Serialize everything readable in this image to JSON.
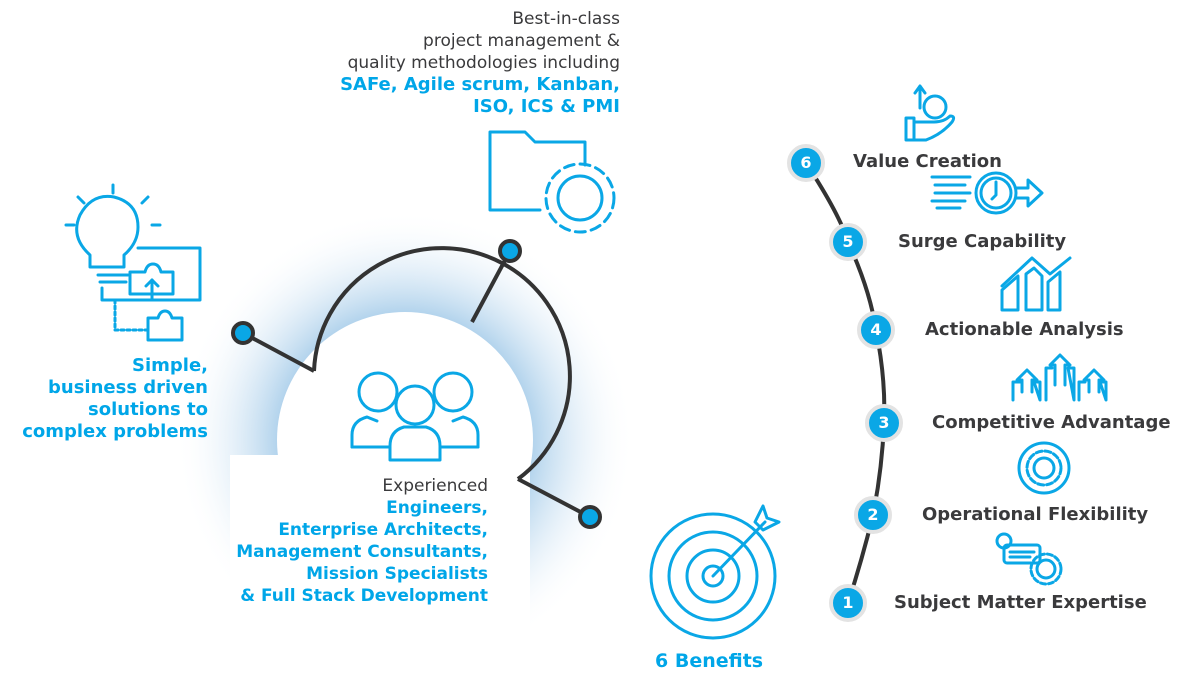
{
  "methodologies": {
    "line1": "Best-in-class",
    "line2": "project management &",
    "line3": "quality methodologies including",
    "line4": "SAFe, Agile scrum, Kanban,",
    "line5": "ISO, ICS & PMI"
  },
  "solutions": {
    "line1": "Simple,",
    "line2": "business driven",
    "line3": "solutions to",
    "line4": "complex problems"
  },
  "team": {
    "intro": "Experienced",
    "line1": "Engineers,",
    "line2": "Enterprise Architects,",
    "line3": "Management Consultants,",
    "line4": "Mission Specialists",
    "line5": "& Full Stack Development"
  },
  "benefits_title": "6 Benefits",
  "benefits": [
    {
      "number": "1",
      "label": "Subject Matter Expertise",
      "icon": "expert-gear-icon"
    },
    {
      "number": "2",
      "label": "Operational Flexibility",
      "icon": "cycle-gear-icon"
    },
    {
      "number": "3",
      "label": "Competitive Advantage",
      "icon": "upload-boxes-icon"
    },
    {
      "number": "4",
      "label": "Actionable Analysis",
      "icon": "bar-trend-icon"
    },
    {
      "number": "5",
      "label": "Surge Capability",
      "icon": "fast-clock-icon"
    },
    {
      "number": "6",
      "label": "Value Creation",
      "icon": "hand-dollar-icon"
    }
  ],
  "colors": {
    "accent": "#0aa7e6",
    "text": "#3a3a3c",
    "line": "#333333"
  }
}
